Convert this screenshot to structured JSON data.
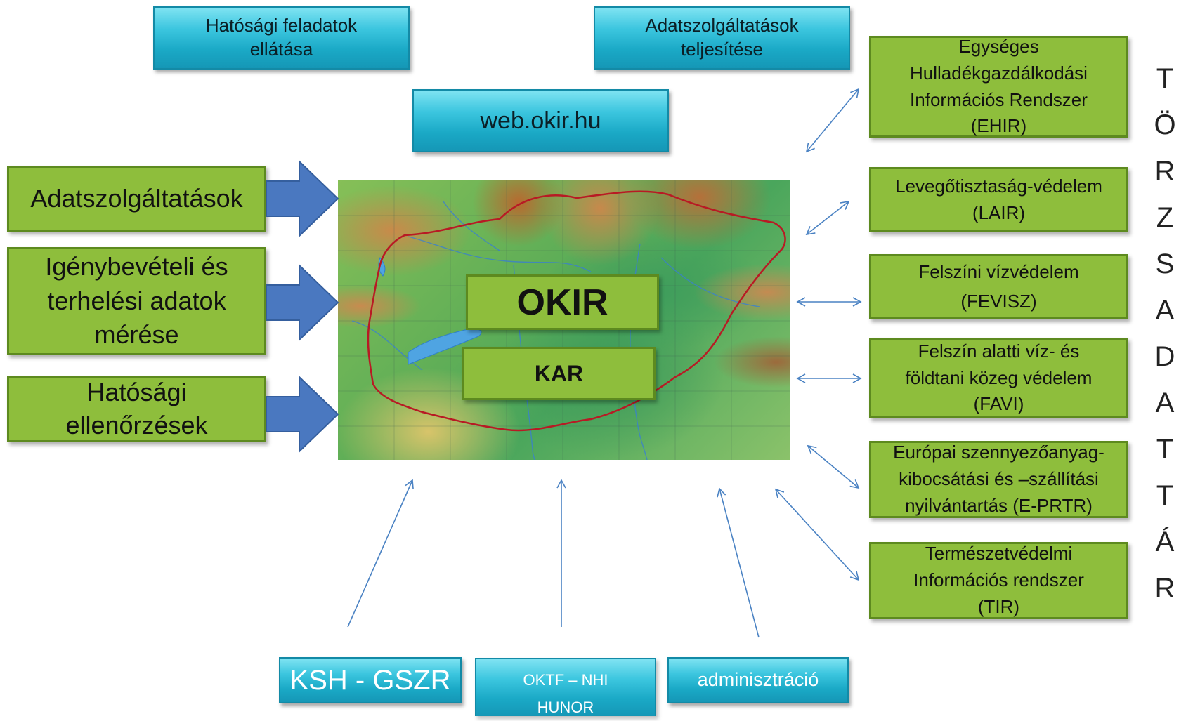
{
  "top_boxes": [
    {
      "label": "Hatósági feladatok\nellátása"
    },
    {
      "label": "Adatszolgáltatások\nteljesítése"
    }
  ],
  "web_box": {
    "label": "web.okir.hu"
  },
  "left_boxes": [
    {
      "label": "Adatszolgáltatások"
    },
    {
      "label": "Igénybevételi és\nterhelési adatok\nmérése"
    },
    {
      "label": "Hatósági\nellenőrzések"
    }
  ],
  "center": {
    "okir": "OKIR",
    "kar": "KAR"
  },
  "right_boxes": [
    {
      "label": "Egységes\nHulladékgazdálkodási\nInformációs Rendszer\n(EHIR)"
    },
    {
      "label": "Levegőtisztaság-védelem\n(LAIR)"
    },
    {
      "label": "Felszíni vízvédelem\n(FEVISZ)"
    },
    {
      "label": "Felszín alatti víz- és\nföldtani közeg védelem\n(FAVI)"
    },
    {
      "label": "Európai szennyezőanyag-\nkibocsátási és –szállítási\nnyilvántartás (E-PRTR)"
    },
    {
      "label": "Természetvédelmi\nInformációs rendszer\n(TIR)"
    }
  ],
  "bottom_boxes": [
    {
      "label": "KSH - GSZR"
    },
    {
      "label": "OKTF – NHI\nHUNOR"
    },
    {
      "label": "adminisztráció"
    }
  ],
  "vertical_text": "TÖRZSADATTÁR",
  "colors": {
    "teal": "#2bb6d3",
    "green": "#8ebe3c",
    "arrow_blue": "#4a78c0",
    "line_blue": "#4a82c3",
    "border_red": "#b81a24"
  }
}
